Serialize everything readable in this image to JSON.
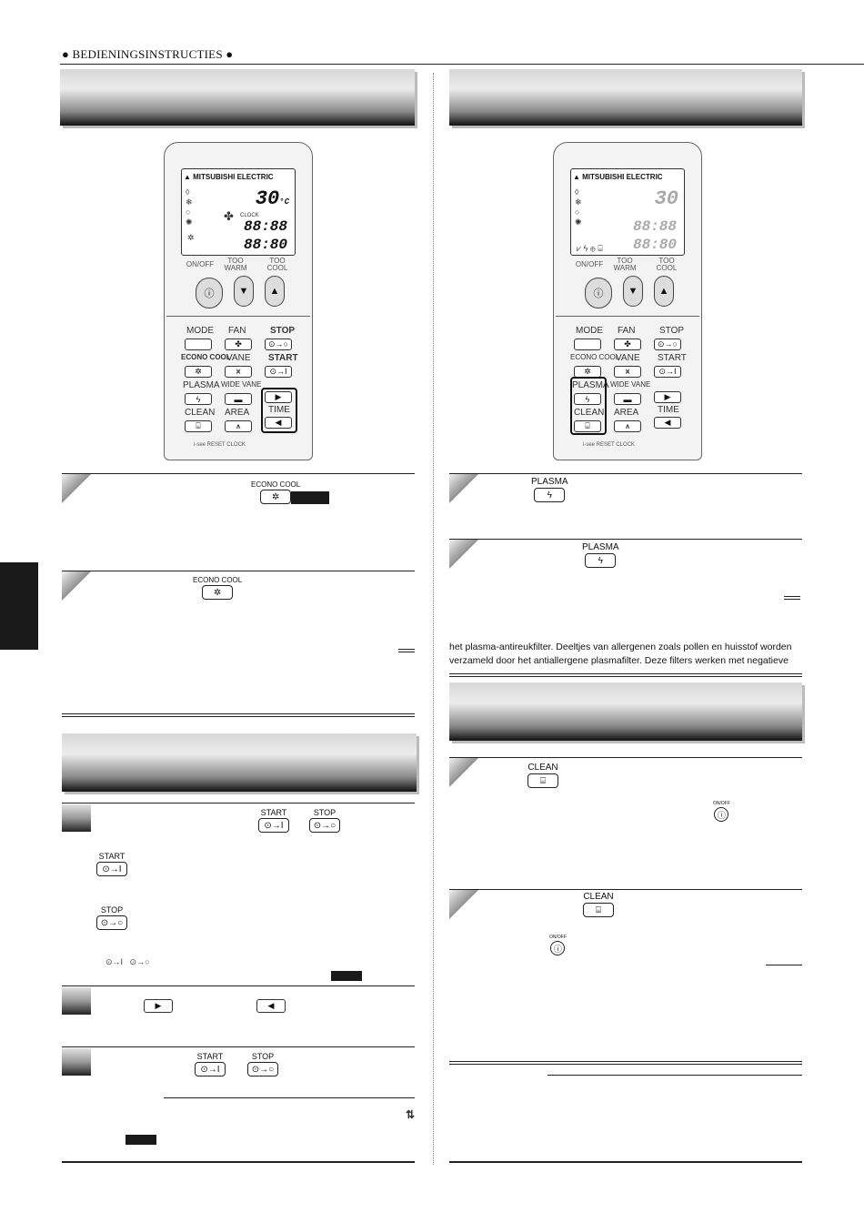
{
  "header": {
    "title": "● BEDIENINGSINSTRUCTIES ●"
  },
  "remote_left": {
    "brand": "MITSUBISHI ELECTRIC",
    "temp": "30",
    "temp_unit": "°C",
    "clock_label": "CLOCK",
    "time1": "88:88",
    "time2": "88:80",
    "btn_onoff": "ON/OFF",
    "btn_too_warm": "TOO WARM",
    "btn_too_cool": "TOO COOL",
    "keys": {
      "mode": "MODE",
      "fan": "FAN",
      "stop": "STOP",
      "econo": "ECONO COOL",
      "vane": "VANE",
      "start": "START",
      "plasma": "PLASMA",
      "wide_vane": "WIDE VANE",
      "time": "TIME",
      "clean": "CLEAN",
      "area": "AREA"
    },
    "footer": "i-see   RESET  CLOCK"
  },
  "remote_right": {
    "brand": "MITSUBISHI ELECTRIC",
    "temp": "30",
    "time1": "88:88",
    "time2": "88:80",
    "btn_onoff": "ON/OFF",
    "btn_too_warm": "TOO WARM",
    "btn_too_cool": "TOO COOL",
    "keys": {
      "mode": "MODE",
      "fan": "FAN",
      "stop": "STOP",
      "econo": "ECONO COOL",
      "vane": "VANE",
      "start": "START",
      "plasma": "PLASMA",
      "wide_vane": "WIDE VANE",
      "time": "TIME",
      "clean": "CLEAN",
      "area": "AREA"
    },
    "footer": "i-see   RESET  CLOCK"
  },
  "inline_buttons": {
    "econo_cool": "ECONO COOL",
    "start": "START",
    "stop": "STOP",
    "plasma": "PLASMA",
    "clean": "CLEAN",
    "onoff": "ON/OFF"
  },
  "plasma_text": {
    "line1": "het plasma-antireukfilter. Deeltjes van allergenen zoals pollen en huisstof worden",
    "line2": "verzameld door het antiallergene plasmafilter. Deze filters werken met negatieve"
  }
}
